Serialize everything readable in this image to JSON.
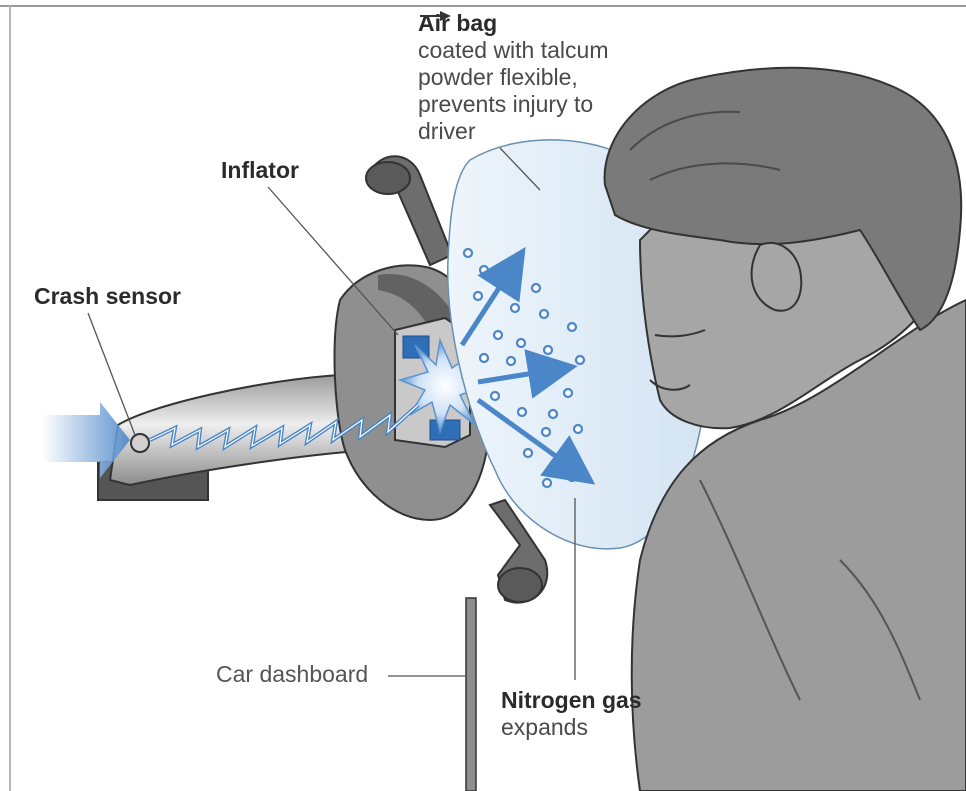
{
  "labels": {
    "air_bag": {
      "title": "Air bag",
      "line1": "coated with talcum",
      "line2_before": "powder",
      "line2_after": "flexible,",
      "line3": "prevents injury to",
      "line4": "driver"
    },
    "inflator": {
      "title": "Inflator"
    },
    "crash_sensor": {
      "title": "Crash sensor"
    },
    "car_dashboard": {
      "title": "Car dashboard"
    },
    "nitrogen_gas": {
      "title": "Nitrogen gas",
      "desc": "expands"
    }
  },
  "colors": {
    "airbag_fill": "#dceaf5",
    "gas_blue": "#4a86c8",
    "device_gray": "#8a8a8a",
    "person_gray": "#9c9c9c",
    "outline": "#3a3a3a"
  }
}
